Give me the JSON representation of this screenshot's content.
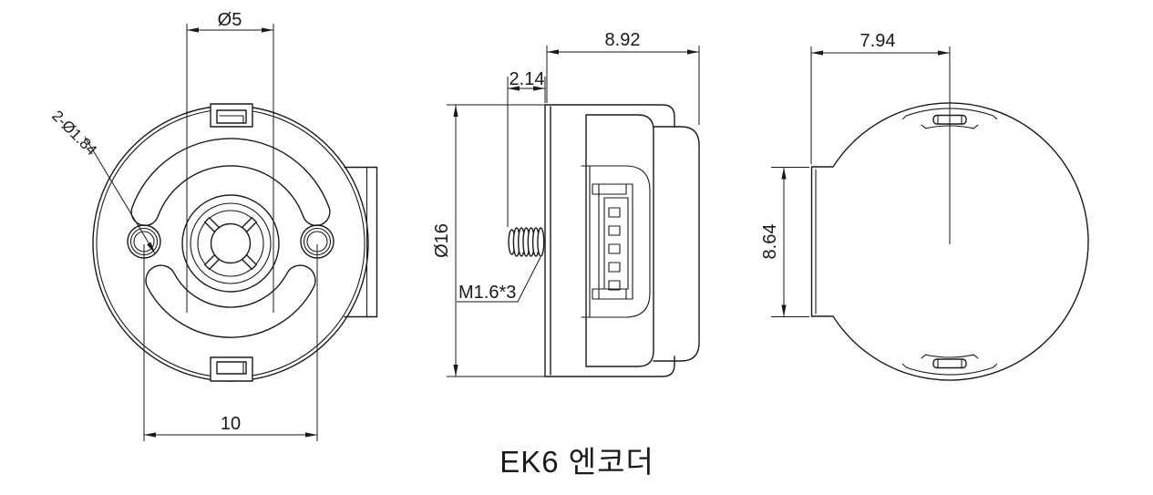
{
  "title": "EK6 엔코더",
  "colors": {
    "line": "#1a1a1a",
    "background": "#ffffff"
  },
  "views": {
    "front": {
      "label": "front-view",
      "dims": {
        "shaft_boss_diameter": "Ø5",
        "mounting_holes": "2-Ø1.84",
        "hole_spacing": "10"
      }
    },
    "side": {
      "label": "side-view",
      "dims": {
        "body_depth": "8.92",
        "stud_length": "2.14",
        "body_diameter": "Ø16",
        "thread_spec": "M1.6*3"
      }
    },
    "back": {
      "label": "back-view",
      "dims": {
        "flat_to_center": "7.94",
        "flat_height": "8.64"
      }
    }
  }
}
